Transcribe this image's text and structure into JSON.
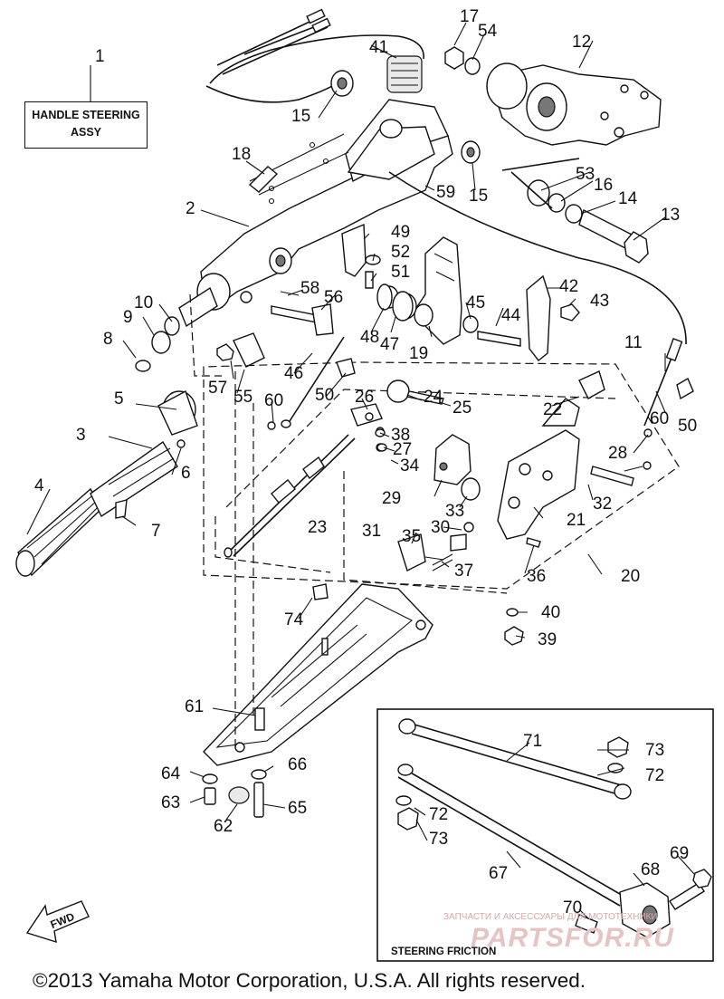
{
  "assembly_label": {
    "line1": "HANDLE STEERING",
    "line2": "ASSY"
  },
  "inset_label": "STEERING FRICTION",
  "fwd_label": "FWD",
  "watermark": {
    "line1": "ЗАПЧАСТИ И АКСЕССУАРЫ ДЛЯ МОТОТЕХНИКИ",
    "line2": "PARTSFOR.RU"
  },
  "copyright": "©2013 Yamaha Motor Corporation, U.S.A. All rights reserved.",
  "callouts": [
    {
      "id": "c1",
      "label": "1"
    },
    {
      "id": "c2",
      "label": "2"
    },
    {
      "id": "c3",
      "label": "3"
    },
    {
      "id": "c4",
      "label": "4"
    },
    {
      "id": "c5",
      "label": "5"
    },
    {
      "id": "c6",
      "label": "6"
    },
    {
      "id": "c7",
      "label": "7"
    },
    {
      "id": "c8",
      "label": "8"
    },
    {
      "id": "c9",
      "label": "9"
    },
    {
      "id": "c10",
      "label": "10"
    },
    {
      "id": "c11",
      "label": "11"
    },
    {
      "id": "c12",
      "label": "12"
    },
    {
      "id": "c13",
      "label": "13"
    },
    {
      "id": "c14",
      "label": "14"
    },
    {
      "id": "c15a",
      "label": "15"
    },
    {
      "id": "c15b",
      "label": "15"
    },
    {
      "id": "c16",
      "label": "16"
    },
    {
      "id": "c17",
      "label": "17"
    },
    {
      "id": "c18",
      "label": "18"
    },
    {
      "id": "c19",
      "label": "19"
    },
    {
      "id": "c20",
      "label": "20"
    },
    {
      "id": "c21",
      "label": "21"
    },
    {
      "id": "c22",
      "label": "22"
    },
    {
      "id": "c23",
      "label": "23"
    },
    {
      "id": "c24",
      "label": "24"
    },
    {
      "id": "c25",
      "label": "25"
    },
    {
      "id": "c26",
      "label": "26"
    },
    {
      "id": "c27",
      "label": "27"
    },
    {
      "id": "c28",
      "label": "28"
    },
    {
      "id": "c29",
      "label": "29"
    },
    {
      "id": "c30",
      "label": "30"
    },
    {
      "id": "c31",
      "label": "31"
    },
    {
      "id": "c32",
      "label": "32"
    },
    {
      "id": "c33",
      "label": "33"
    },
    {
      "id": "c34",
      "label": "34"
    },
    {
      "id": "c35",
      "label": "35"
    },
    {
      "id": "c36",
      "label": "36"
    },
    {
      "id": "c37",
      "label": "37"
    },
    {
      "id": "c38",
      "label": "38"
    },
    {
      "id": "c39",
      "label": "39"
    },
    {
      "id": "c40",
      "label": "40"
    },
    {
      "id": "c41",
      "label": "41"
    },
    {
      "id": "c42",
      "label": "42"
    },
    {
      "id": "c43",
      "label": "43"
    },
    {
      "id": "c44",
      "label": "44"
    },
    {
      "id": "c45",
      "label": "45"
    },
    {
      "id": "c46",
      "label": "46"
    },
    {
      "id": "c47",
      "label": "47"
    },
    {
      "id": "c48",
      "label": "48"
    },
    {
      "id": "c49",
      "label": "49"
    },
    {
      "id": "c50a",
      "label": "50"
    },
    {
      "id": "c50b",
      "label": "50"
    },
    {
      "id": "c51",
      "label": "51"
    },
    {
      "id": "c52",
      "label": "52"
    },
    {
      "id": "c53",
      "label": "53"
    },
    {
      "id": "c54",
      "label": "54"
    },
    {
      "id": "c55",
      "label": "55"
    },
    {
      "id": "c56",
      "label": "56"
    },
    {
      "id": "c57",
      "label": "57"
    },
    {
      "id": "c58",
      "label": "58"
    },
    {
      "id": "c59",
      "label": "59"
    },
    {
      "id": "c60a",
      "label": "60"
    },
    {
      "id": "c60b",
      "label": "60"
    },
    {
      "id": "c61",
      "label": "61"
    },
    {
      "id": "c62",
      "label": "62"
    },
    {
      "id": "c63",
      "label": "63"
    },
    {
      "id": "c64",
      "label": "64"
    },
    {
      "id": "c65",
      "label": "65"
    },
    {
      "id": "c66",
      "label": "66"
    },
    {
      "id": "c67",
      "label": "67"
    },
    {
      "id": "c68",
      "label": "68"
    },
    {
      "id": "c69",
      "label": "69"
    },
    {
      "id": "c70",
      "label": "70"
    },
    {
      "id": "c71",
      "label": "71"
    },
    {
      "id": "c72a",
      "label": "72"
    },
    {
      "id": "c72b",
      "label": "72"
    },
    {
      "id": "c73a",
      "label": "73"
    },
    {
      "id": "c73b",
      "label": "73"
    },
    {
      "id": "c74",
      "label": "74"
    }
  ]
}
